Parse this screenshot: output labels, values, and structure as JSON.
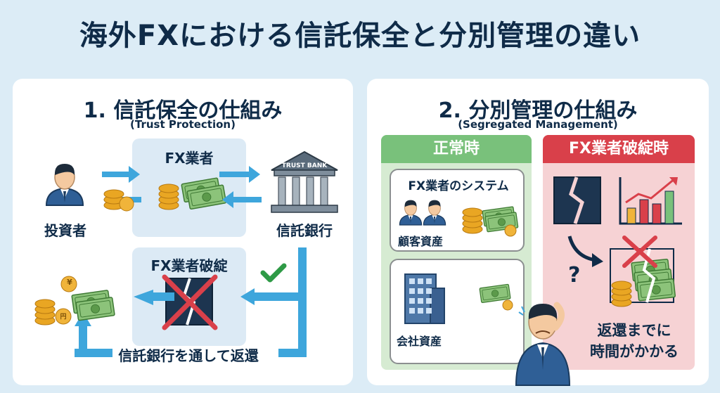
{
  "title": "海外FXにおける信託保全と分別管理の違い",
  "panel1": {
    "title": "1. 信託保全の仕組み",
    "subtitle": "(Trust Protection)",
    "fx_box_label": "FX業者",
    "investor_label": "投資者",
    "bank_sign": "TRUST BANK",
    "bank_label": "信託銀行",
    "bankrupt_label": "FX業者破綻",
    "return_label": "信託銀行を通して返還",
    "coin_yen": "円",
    "coin_yen_symbol": "¥"
  },
  "panel2": {
    "title": "2. 分別管理の仕組み",
    "subtitle": "(Segregated Management)",
    "normal_header": "正常時",
    "bankrupt_header": "FX業者破綻時",
    "system_label": "FX業者のシステム",
    "client_assets_label": "顧客資産",
    "company_assets_label": "会社資産",
    "delay_line1": "返還までに",
    "delay_line2": "時間がかかる",
    "question_mark": "?"
  },
  "colors": {
    "navy": "#0f2b48",
    "arrow_blue": "#3ea6dc",
    "green": "#79c17b",
    "red": "#d9404a",
    "cash": "#6aa55a",
    "coin": "#f0b43a"
  }
}
